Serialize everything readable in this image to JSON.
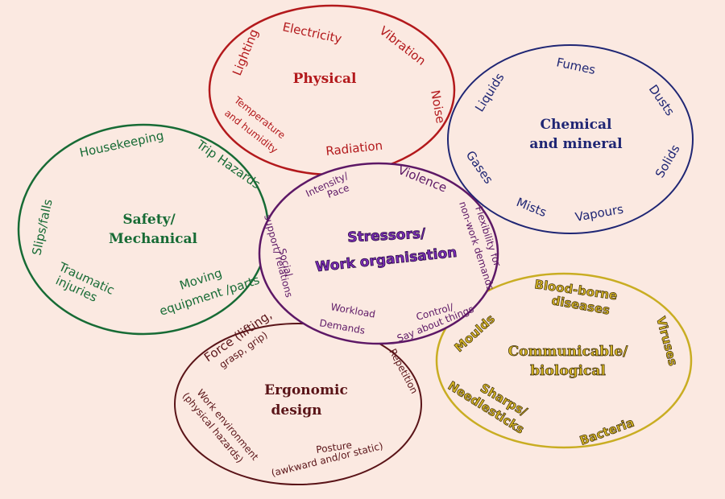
{
  "categories": {
    "physical": {
      "title": "Physical",
      "color": "#b3191c",
      "items": {
        "lighting": "Lighting",
        "electricity": "Electricity",
        "vibration": "Vibration",
        "noise": "Noise",
        "radiation": "Radiation",
        "temperature": "Temperature",
        "humidity": "and humidity"
      }
    },
    "chemical": {
      "title_line1": "Chemical",
      "title_line2": "and mineral",
      "color": "#1f2674",
      "items": {
        "liquids": "Liquids",
        "fumes": "Fumes",
        "dusts": "Dusts",
        "solids": "Solids",
        "vapours": "Vapours",
        "mists": "Mists",
        "gases": "Gases"
      }
    },
    "safety": {
      "title_line1": "Safety/",
      "title_line2": "Mechanical",
      "color": "#176b35",
      "items": {
        "housekeeping": "Housekeeping",
        "trip_hazards": "Trip Hazards",
        "slips_falls": "Slips/falls",
        "traumatic1": "Traumatic",
        "traumatic2": "injuries",
        "moving1": "Moving",
        "moving2": "equipment /parts"
      }
    },
    "stressors": {
      "title_line1": "Stressors/",
      "title_line2": "Work organisation",
      "color": "#5d1866",
      "title_color": "#7b2cb8",
      "items": {
        "intensity1": "Intensity/",
        "intensity2": "Pace",
        "violence": "Violence",
        "flexibility1": "Flexibility for",
        "flexibility2": "non-work demands",
        "social1": "Social",
        "social2": "support/ relations",
        "workload1": "Workload",
        "workload2": "Demands",
        "control1": "Control/",
        "control2": "Say about things"
      }
    },
    "ergonomic": {
      "title_line1": "Ergonomic",
      "title_line2": "design",
      "color": "#5a1418",
      "items": {
        "force1": "Force (lifting,",
        "force2": "grasp, grip)",
        "repetition": "Repetition",
        "workenv1": "Work environment",
        "workenv2": "(physical hazards)",
        "posture1": "Posture",
        "posture2": "(awkward and/or static)"
      }
    },
    "communicable": {
      "title_line1": "Communicable/",
      "title_line2": "biological",
      "color": "#c9ad22",
      "text_color": "#d4b424",
      "shadow": "#3a2a05",
      "items": {
        "bloodborne1": "Blood-borne",
        "bloodborne2": "diseases",
        "moulds": "Moulds",
        "viruses": "Viruses",
        "sharps": "Sharps/",
        "needlesticks": "Needlesticks",
        "bacteria": "Bacteria"
      }
    }
  }
}
